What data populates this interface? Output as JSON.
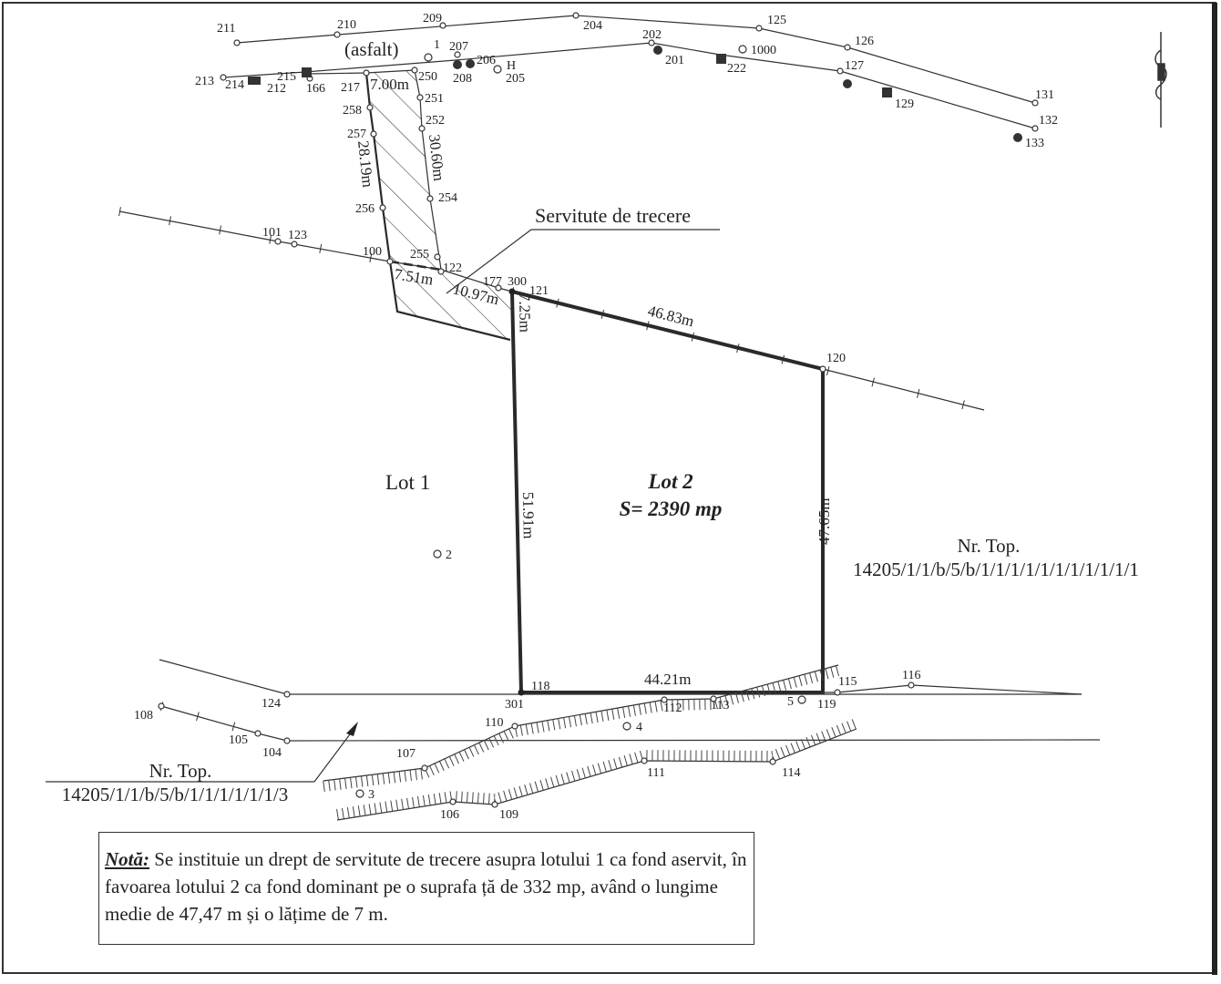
{
  "labels": {
    "asfalt": "(asfalt)",
    "servitute": "Servitute de trecere",
    "lot1": "Lot 1",
    "lot2": "Lot 2",
    "lot2_area": "S= 2390 mp",
    "nrtop_right_title": "Nr. Top.",
    "nrtop_right_value": "14205/1/1/b/5/b/1/1/1/1/1/1/1/1/1/1/1",
    "nrtop_left_title": "Nr. Top.",
    "nrtop_left_value": "14205/1/1/b/5/b/1/1/1/1/1/1/3"
  },
  "dimensions": {
    "d700": "7.00m",
    "d2819": "28.19m",
    "d3060": "30.60m",
    "d751": "7.51m",
    "d1097": "10.97m",
    "d725": "7.25m",
    "d4683": "46.83m",
    "d5191": "51.91m",
    "d4765": "47.65m",
    "d4421": "44.21m"
  },
  "points": [
    "211",
    "210",
    "209",
    "204",
    "125",
    "126",
    "131",
    "132",
    "133",
    "1",
    "207",
    "206",
    "H",
    "205",
    "208",
    "202",
    "201",
    "1000",
    "222",
    "127",
    "129",
    "213",
    "214",
    "212",
    "215",
    "166",
    "217",
    "250",
    "251",
    "252",
    "254",
    "258",
    "257",
    "256",
    "255",
    "122",
    "100",
    "101",
    "123",
    "177",
    "300",
    "121",
    "120",
    "118",
    "301",
    "124",
    "115",
    "116",
    "119",
    "5",
    "112",
    "113",
    "110",
    "4",
    "108",
    "105",
    "104",
    "107",
    "111",
    "114",
    "3",
    "106",
    "109",
    "2"
  ],
  "note": {
    "title": "Notă:",
    "text": "Se instituie un drept de servitute de trecere asupra lotului 1 ca fond aservit, în favoarea lotului 2 ca fond dominant pe o suprafa ță de 332 mp, având o lungime medie de 47,47 m și o lățime de 7 m."
  }
}
